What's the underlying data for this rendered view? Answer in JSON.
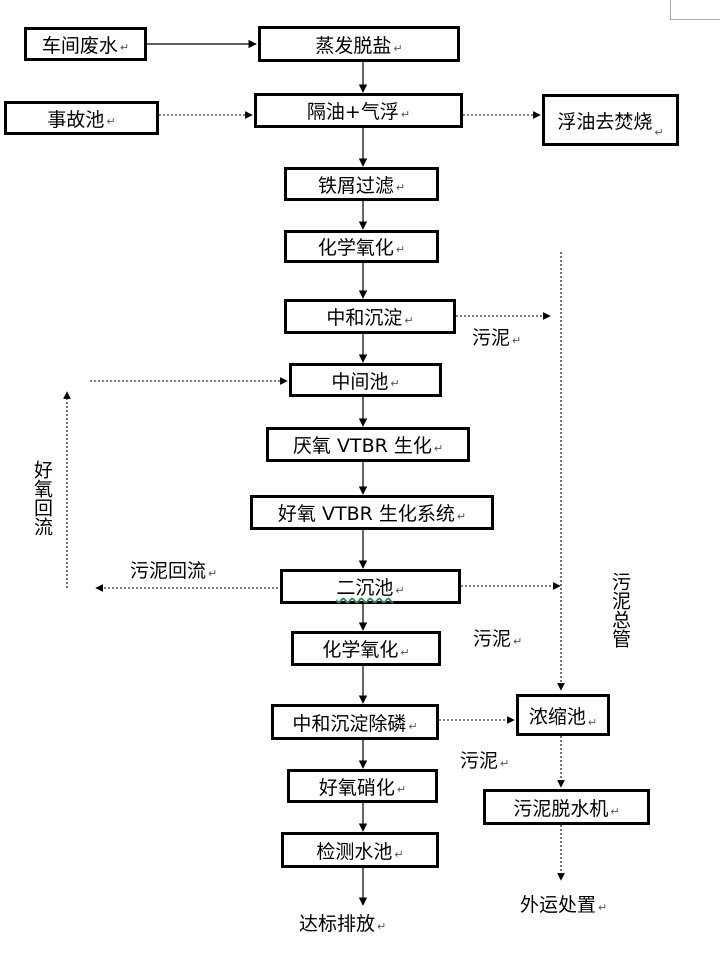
{
  "boxes": {
    "workshop_wastewater": "车间废水",
    "accident_pool": "事故池",
    "evaporation_desalination": "蒸发脱盐",
    "oil_separation_flotation": "隔油+气浮",
    "floating_oil_incineration": "浮油去焚烧",
    "iron_filings_filtration": "铁屑过滤",
    "chemical_oxidation_1": "化学氧化",
    "neutralization_precipitation": "中和沉淀",
    "intermediate_pool": "中间池",
    "anaerobic_vtbr": "厌氧 VTBR 生化",
    "aerobic_vtbr": "好氧 VTBR 生化系统",
    "secondary_clarifier": "二沉池",
    "chemical_oxidation_2": "化学氧化",
    "neutralization_phosphorus_removal": "中和沉淀除磷",
    "aerobic_nitrification": "好氧硝化",
    "monitoring_pool": "检测水池",
    "thickening_tank": "浓缩池",
    "sludge_dewatering_machine": "污泥脱水机"
  },
  "labels": {
    "discharge": "达标排放",
    "outbound_disposal": "外运处置",
    "sludge_1": "污泥",
    "sludge_2": "污泥",
    "sludge_3": "污泥",
    "sludge_return": "污泥回流",
    "aerobic_return": "好氧回流",
    "sludge_main_pipe": "污泥总管"
  },
  "paragraph_mark": "↵"
}
